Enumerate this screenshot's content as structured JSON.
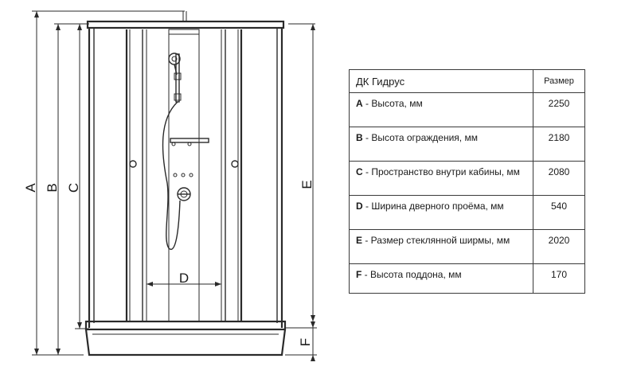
{
  "dimension_labels": {
    "a": "A",
    "b": "B",
    "c": "C",
    "d": "D",
    "e": "E",
    "f": "F"
  },
  "table": {
    "title": "ДК Гидрус",
    "value_header": "Размер",
    "rows": [
      {
        "letter": "A",
        "desc": " - Высота, мм",
        "value": "2250"
      },
      {
        "letter": "B",
        "desc": " - Высота ограждения, мм",
        "value": "2180"
      },
      {
        "letter": "C",
        "desc": " - Пространство внутри кабины, мм",
        "value": "2080"
      },
      {
        "letter": "D",
        "desc": " - Ширина дверного проёма, мм",
        "value": "540"
      },
      {
        "letter": "E",
        "desc": " - Размер стеклянной ширмы, мм",
        "value": "2020"
      },
      {
        "letter": "F",
        "desc": " - Высота поддона, мм",
        "value": "170"
      }
    ]
  }
}
